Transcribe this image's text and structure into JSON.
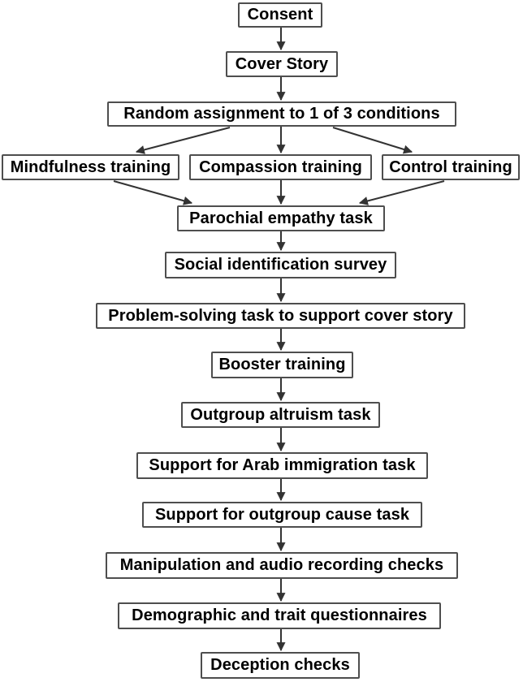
{
  "figure": {
    "type": "flowchart",
    "title": "Study procedure flowchart",
    "background_color": "#ffffff",
    "box_fill_color": "#ffffff",
    "box_border_color": "#4e4e4e",
    "arrow_color": "#333333",
    "text_color": "#000000"
  },
  "nodes": [
    {
      "id": "consent",
      "label": "Consent"
    },
    {
      "id": "cover-story",
      "label": "Cover Story"
    },
    {
      "id": "random-assignment",
      "label": "Random assignment to 1 of 3 conditions"
    },
    {
      "id": "mindfulness-training",
      "label": "Mindfulness training"
    },
    {
      "id": "compassion-training",
      "label": "Compassion training"
    },
    {
      "id": "control-training",
      "label": "Control training"
    },
    {
      "id": "parochial-empathy-task",
      "label": "Parochial empathy task"
    },
    {
      "id": "social-identification-survey",
      "label": "Social identification survey"
    },
    {
      "id": "problem-solving-task",
      "label": "Problem-solving task to support cover story"
    },
    {
      "id": "booster-training",
      "label": "Booster training"
    },
    {
      "id": "outgroup-altruism-task",
      "label": "Outgroup altruism task"
    },
    {
      "id": "support-arab-immigration-task",
      "label": "Support for Arab immigration task"
    },
    {
      "id": "support-outgroup-cause-task",
      "label": "Support for outgroup cause task"
    },
    {
      "id": "manipulation-audio-checks",
      "label": "Manipulation and audio recording checks"
    },
    {
      "id": "demographic-trait-questionnaires",
      "label": "Demographic and trait questionnaires"
    },
    {
      "id": "deception-checks",
      "label": "Deception checks"
    }
  ],
  "edges": [
    {
      "from": "consent",
      "to": "cover-story"
    },
    {
      "from": "cover-story",
      "to": "random-assignment"
    },
    {
      "from": "random-assignment",
      "to": "mindfulness-training"
    },
    {
      "from": "random-assignment",
      "to": "compassion-training"
    },
    {
      "from": "random-assignment",
      "to": "control-training"
    },
    {
      "from": "mindfulness-training",
      "to": "parochial-empathy-task"
    },
    {
      "from": "compassion-training",
      "to": "parochial-empathy-task"
    },
    {
      "from": "control-training",
      "to": "parochial-empathy-task"
    },
    {
      "from": "parochial-empathy-task",
      "to": "social-identification-survey"
    },
    {
      "from": "social-identification-survey",
      "to": "problem-solving-task"
    },
    {
      "from": "problem-solving-task",
      "to": "booster-training"
    },
    {
      "from": "booster-training",
      "to": "outgroup-altruism-task"
    },
    {
      "from": "outgroup-altruism-task",
      "to": "support-arab-immigration-task"
    },
    {
      "from": "support-arab-immigration-task",
      "to": "support-outgroup-cause-task"
    },
    {
      "from": "support-outgroup-cause-task",
      "to": "manipulation-audio-checks"
    },
    {
      "from": "manipulation-audio-checks",
      "to": "demographic-trait-questionnaires"
    },
    {
      "from": "demographic-trait-questionnaires",
      "to": "deception-checks"
    }
  ]
}
